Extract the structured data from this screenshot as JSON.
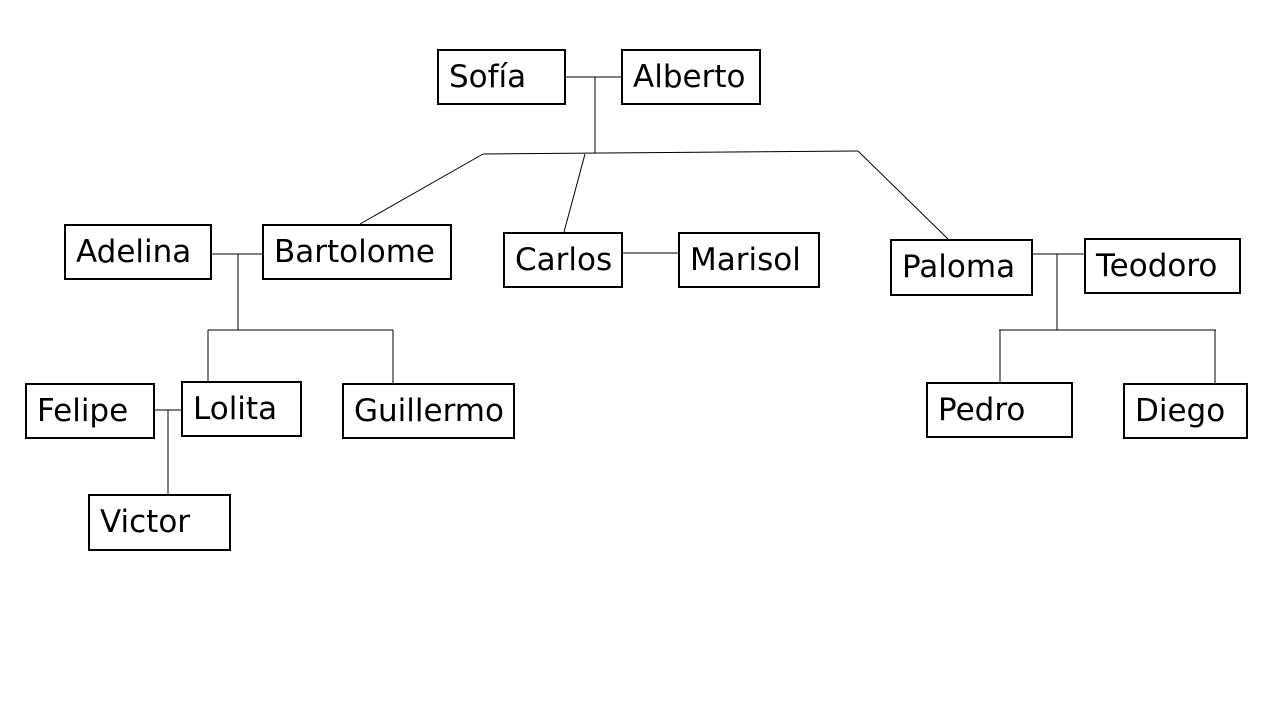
{
  "people": {
    "sofia": "Sofía",
    "alberto": "Alberto",
    "adelina": "Adelina",
    "bartolome": "Bartolome",
    "carlos": "Carlos",
    "marisol": "Marisol",
    "paloma": "Paloma",
    "teodoro": "Teodoro",
    "felipe": "Felipe",
    "lolita": "Lolita",
    "guillermo": "Guillermo",
    "pedro": "Pedro",
    "diego": "Diego",
    "victor": "Victor"
  },
  "relations": {
    "couples": [
      [
        "Sofía",
        "Alberto"
      ],
      [
        "Adelina",
        "Bartolome"
      ],
      [
        "Carlos",
        "Marisol"
      ],
      [
        "Paloma",
        "Teodoro"
      ],
      [
        "Felipe",
        "Lolita"
      ]
    ],
    "children": [
      {
        "parents": [
          "Sofía",
          "Alberto"
        ],
        "children": [
          "Bartolome",
          "Carlos",
          "Paloma"
        ]
      },
      {
        "parents": [
          "Adelina",
          "Bartolome"
        ],
        "children": [
          "Lolita",
          "Guillermo"
        ]
      },
      {
        "parents": [
          "Paloma",
          "Teodoro"
        ],
        "children": [
          "Pedro",
          "Diego"
        ]
      },
      {
        "parents": [
          "Felipe",
          "Lolita"
        ],
        "children": [
          "Victor"
        ]
      }
    ]
  }
}
